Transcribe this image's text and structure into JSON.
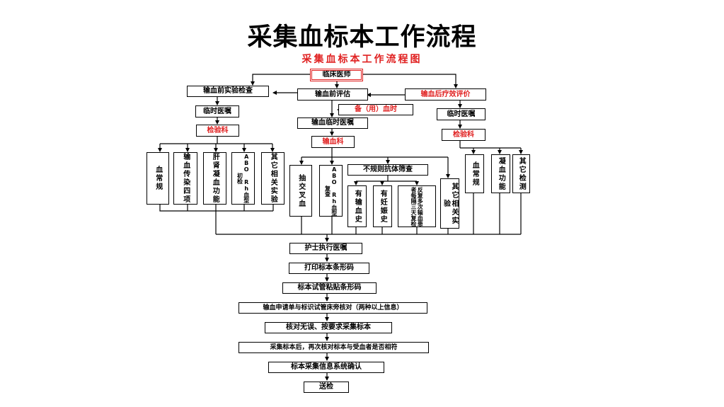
{
  "title": "采集血标本工作流程",
  "subtitle": "采集血标本工作流程图",
  "nodes": {
    "clinician": "临床医师",
    "pre_transfusion_tests": "输血前实验检查",
    "pre_transfusion_eval": "输血前评估",
    "post_transfusion_eval": "输血后疗效评价",
    "temp_order_left": "临时医嘱",
    "standby_blood": "备（用）血时",
    "temp_order_right": "临时医嘱",
    "transfusion_temp_order": "输血临时医嘱",
    "lab_left": "检验科",
    "lab_right": "检验科",
    "blood_dept": "输血科",
    "left_tests": [
      "血常规",
      "输血传染四项",
      "肝肾凝血功能",
      "ABO Rh血型初检",
      "其它相关实验"
    ],
    "cross_match": "抽交叉血",
    "abo_recheck": "ABO Rh血型复查",
    "irregular_antibody": "不规则抗体筛查",
    "antibody_subs": [
      "有输血史",
      "有妊娠史",
      "反复多次输血患者每隔三天复检"
    ],
    "other_tests_mid": "其它相关实验",
    "right_tests": [
      "血常规",
      "凝血功能",
      "其它检测"
    ],
    "steps": [
      "护士执行医嘱",
      "打印标本条形码",
      "标本试管粘贴条形码",
      "输血申请单与标识试管床旁核对（两种以上信息）",
      "核对无误、按要求采集标本",
      "采集标本后，再次核对标本与受血者是否相符",
      "标本采集信息系统确认",
      "送检"
    ]
  }
}
